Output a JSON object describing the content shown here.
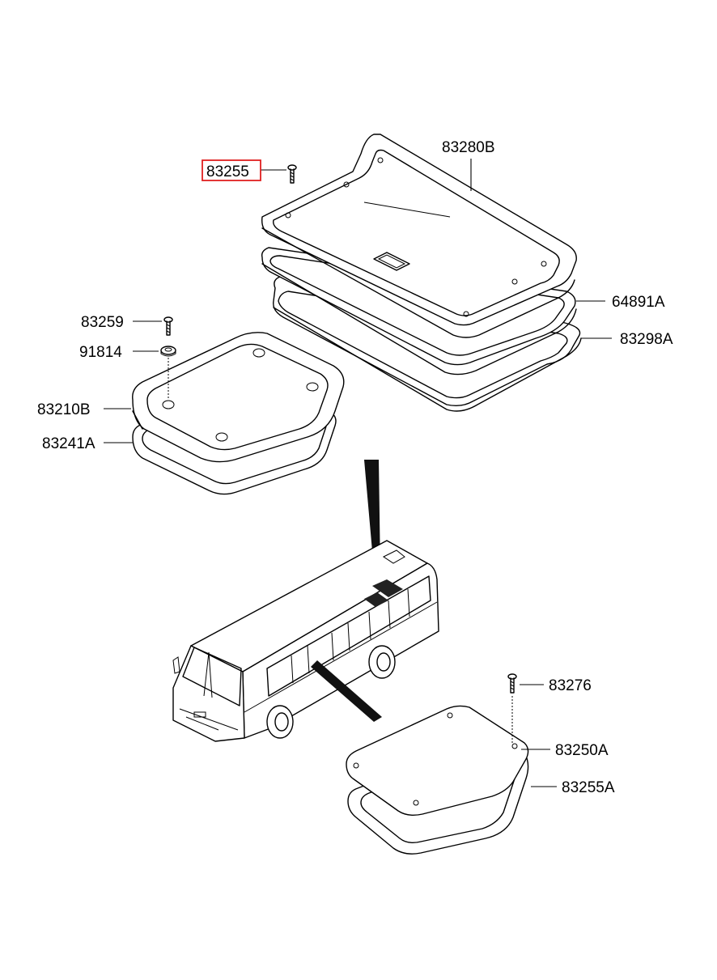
{
  "diagram": {
    "type": "exploded-parts-diagram",
    "highlight_color": "#e02020",
    "line_color": "#000000",
    "background": "#ffffff"
  },
  "parts": {
    "p83255": "83255",
    "p83280B": "83280B",
    "p64891A": "64891A",
    "p83298A": "83298A",
    "p83259": "83259",
    "p91814": "91814",
    "p83210B": "83210B",
    "p83241A": "83241A",
    "p83276": "83276",
    "p83250A": "83250A",
    "p83255A": "83255A"
  },
  "highlighted_part": "83255"
}
